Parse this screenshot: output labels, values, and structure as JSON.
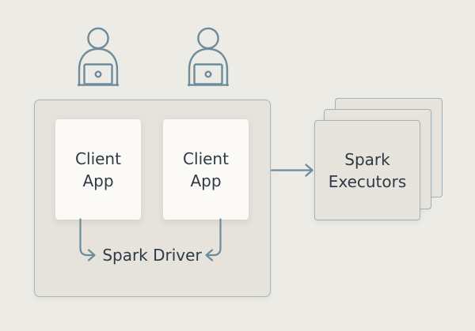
{
  "diagram": {
    "users": [
      {
        "icon": "person-at-laptop-icon"
      },
      {
        "icon": "person-at-laptop-icon"
      }
    ],
    "driver_group": {
      "label": "Spark Driver",
      "clients": [
        {
          "label": "Client App"
        },
        {
          "label": "Client App"
        }
      ]
    },
    "executors": {
      "label": "Spark Executors",
      "stack_count": 3
    }
  },
  "colors": {
    "background": "#edebe5",
    "group_fill": "#e6e2dc",
    "group_border": "#a7b5bd",
    "card_fill": "#fbfaf6",
    "stack_fill": "#e7e3dd",
    "accent_stroke": "#6d8b9a",
    "text": "#2e3a45"
  }
}
